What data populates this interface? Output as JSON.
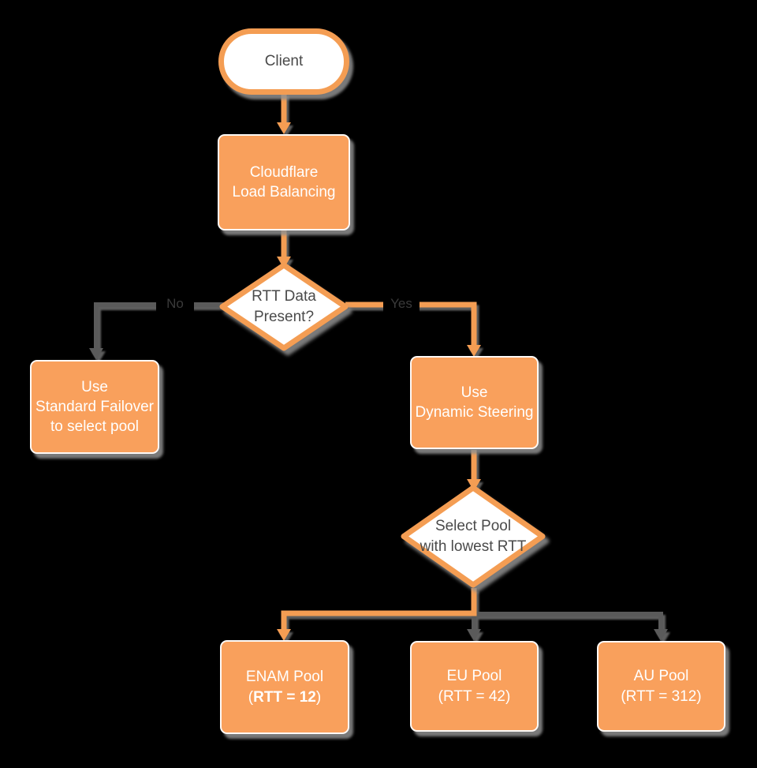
{
  "colors": {
    "background": "#000000",
    "orange_fill": "#F9A05C",
    "orange_stroke": "#F49D53",
    "gray_line": "#5A5A5A",
    "node_text_light": "#FFFFFF",
    "node_text_dark": "#4A4A4A",
    "shadow": "#8F8F8F"
  },
  "nodes": {
    "client": {
      "label": "Client"
    },
    "load_balancing": {
      "line1": "Cloudflare",
      "line2": "Load Balancing"
    },
    "rtt_decision": {
      "line1": "RTT Data",
      "line2": "Present?"
    },
    "standard_failover": {
      "line1": "Use",
      "line2": "Standard Failover",
      "line3": "to select pool"
    },
    "dynamic_steering": {
      "line1": "Use",
      "line2": "Dynamic Steering"
    },
    "select_pool_decision": {
      "line1": "Select Pool",
      "line2": "with lowest RTT"
    },
    "enam_pool": {
      "line1": "ENAM Pool",
      "rtt_open": "(",
      "rtt_bold": "RTT = 12",
      "rtt_close": ")"
    },
    "eu_pool": {
      "line1": "EU Pool",
      "line2": "(RTT = 42)"
    },
    "au_pool": {
      "line1": "AU Pool",
      "line2": "(RTT = 312)"
    }
  },
  "edge_labels": {
    "no": "No",
    "yes": "Yes"
  }
}
